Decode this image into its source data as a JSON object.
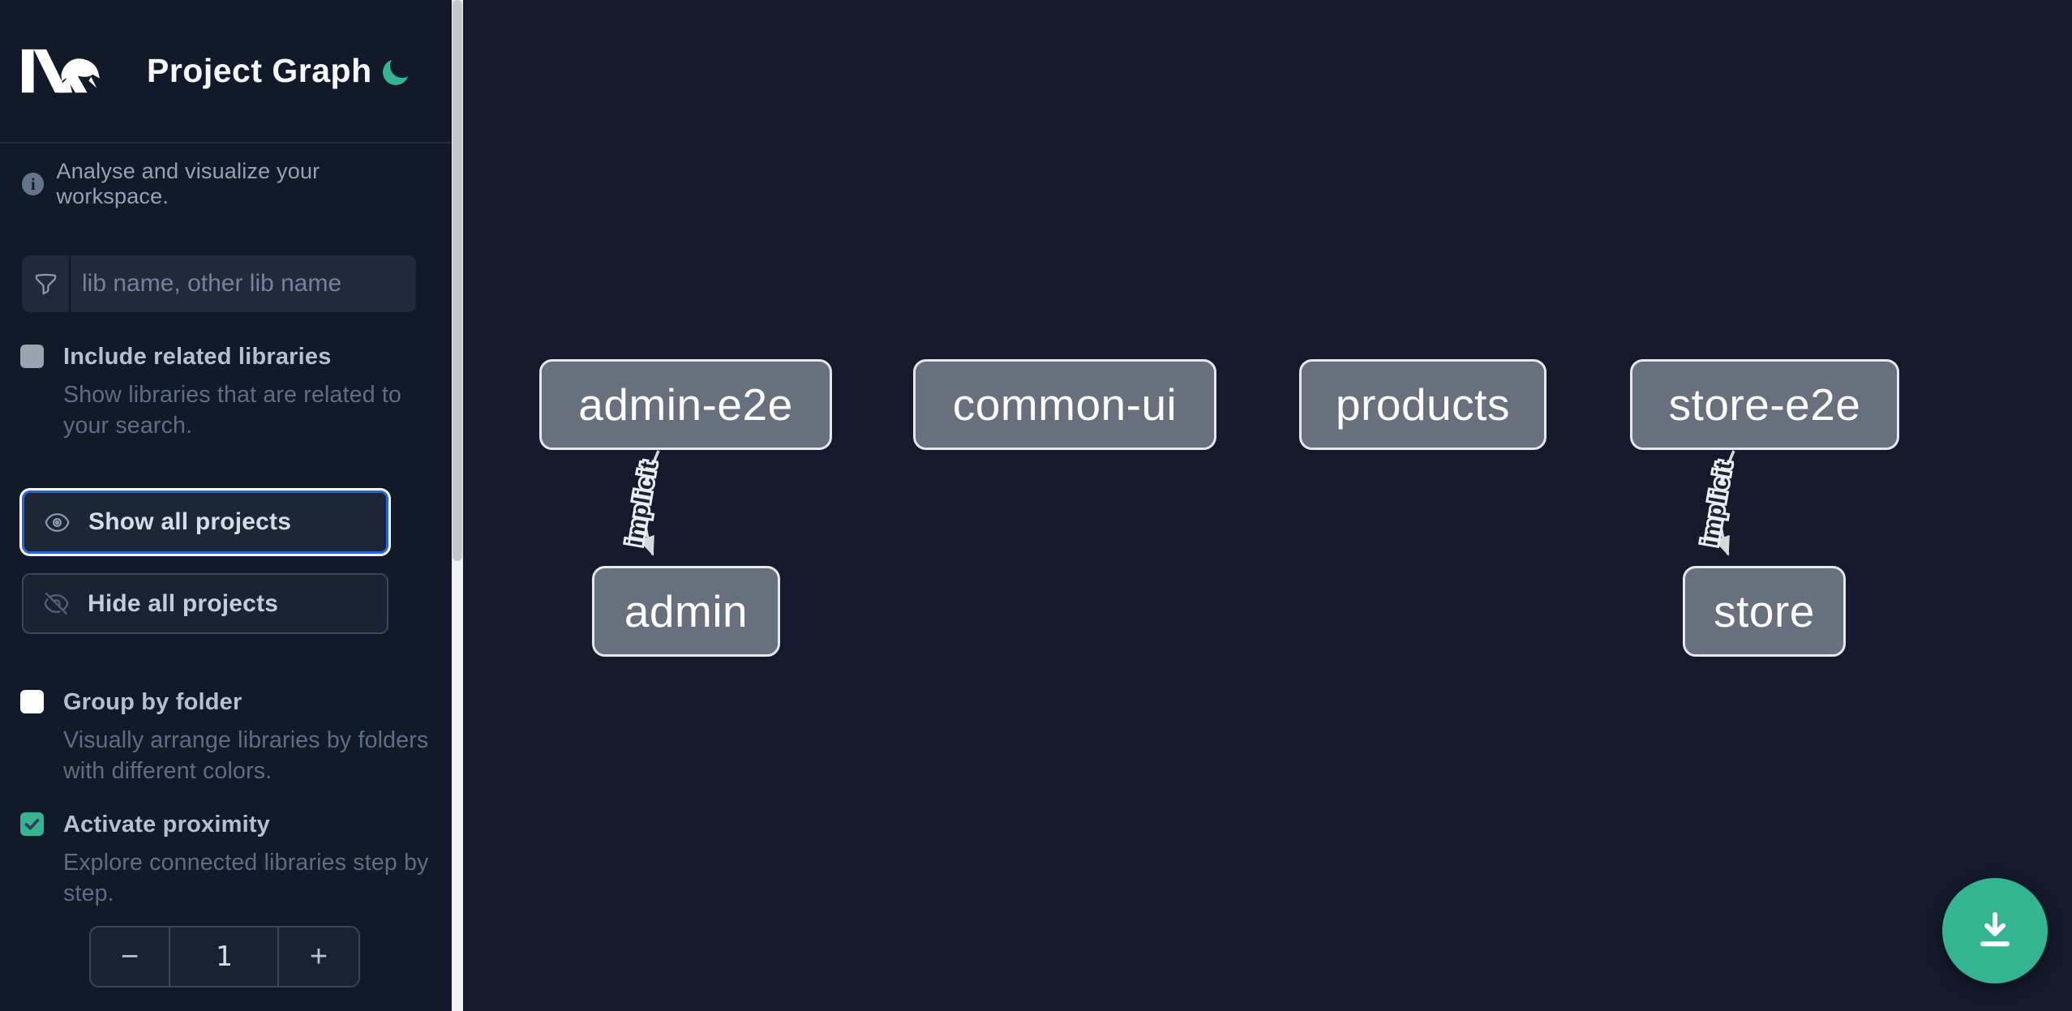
{
  "header": {
    "title": "Project Graph",
    "logo": "nx-logo",
    "theme_toggle_icon": "moon-icon"
  },
  "intro": {
    "text": "Analyse and visualize your workspace."
  },
  "filter": {
    "placeholder": "lib name, other lib name",
    "value": "",
    "icon": "funnel-icon"
  },
  "checkboxes": [
    {
      "label": "Include related libraries",
      "description": "Show libraries that are related to your search.",
      "checked": false,
      "enabled": false
    },
    {
      "label": "Group by folder",
      "description": "Visually arrange libraries by folders with different colors.",
      "checked": false,
      "enabled": true
    },
    {
      "label": "Activate proximity",
      "description": "Explore connected libraries step by step.",
      "checked": true,
      "enabled": true
    }
  ],
  "actions": [
    {
      "label": "Show all projects",
      "icon": "eye-icon",
      "focused": true
    },
    {
      "label": "Hide all projects",
      "icon": "eye-slash-icon",
      "focused": false
    }
  ],
  "proximity_stepper": {
    "decrement_label": "−",
    "value": "1",
    "increment_label": "+"
  },
  "graph": {
    "nodes": [
      {
        "label": "admin-e2e"
      },
      {
        "label": "common-ui"
      },
      {
        "label": "products"
      },
      {
        "label": "store-e2e"
      },
      {
        "label": "admin"
      },
      {
        "label": "store"
      }
    ],
    "edges": [
      {
        "source": "admin-e2e",
        "target": "admin",
        "label": "implicit"
      },
      {
        "source": "store-e2e",
        "target": "store",
        "label": "implicit"
      }
    ]
  },
  "fab": {
    "icon": "download-icon"
  },
  "colors": {
    "accent_green": "#35b492",
    "focus_blue": "#2565e0",
    "sidebar_bg": "#121929",
    "canvas_bg": "#141a2c",
    "node_fill": "#68707e",
    "node_border": "#e4e7ec",
    "edge": "#d4d9de"
  }
}
